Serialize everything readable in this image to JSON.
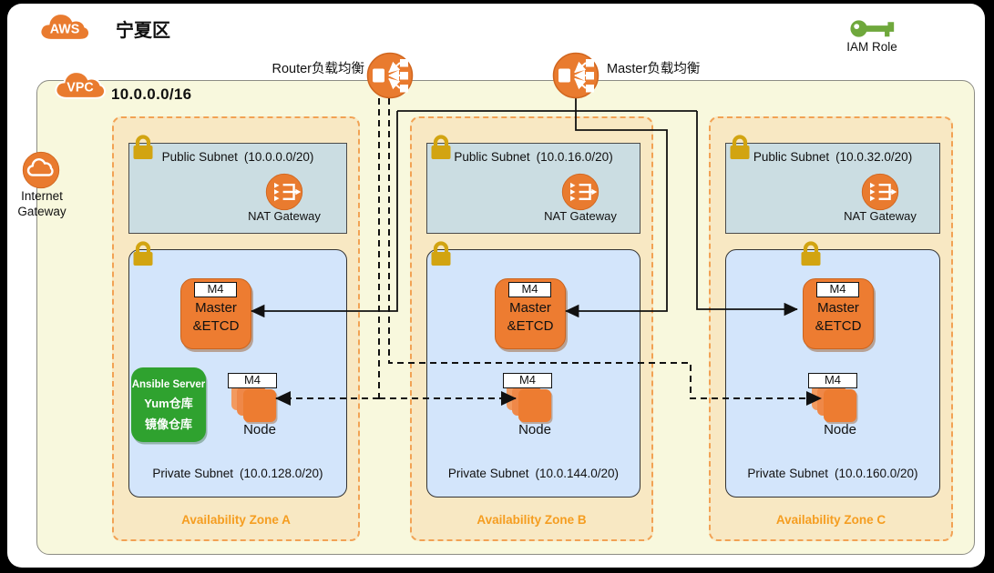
{
  "header": {
    "aws_logo": "AWS",
    "region": "宁夏区",
    "iam_role": "IAM Role"
  },
  "vpc": {
    "label": "VPC",
    "cidr": "10.0.0.0/16"
  },
  "internet_gateway": {
    "line1": "Internet",
    "line2": "Gateway"
  },
  "load_balancers": {
    "router": "Router负载均衡",
    "master": "Master负载均衡"
  },
  "zones": [
    {
      "label": "Availability Zone A",
      "public": {
        "name": "Public Subnet",
        "cidr": "(10.0.0.0/20)"
      },
      "nat": "NAT Gateway",
      "master": {
        "type": "M4",
        "line1": "Master",
        "line2": "&ETCD"
      },
      "node": {
        "type": "M4",
        "label": "Node"
      },
      "ansible": {
        "line1": "Ansible Server",
        "line2": "Yum仓库",
        "line3": "镜像仓库"
      },
      "private": {
        "name": "Private Subnet",
        "cidr": "(10.0.128.0/20)"
      }
    },
    {
      "label": "Availability Zone B",
      "public": {
        "name": "Public Subnet",
        "cidr": "(10.0.16.0/20)"
      },
      "nat": "NAT Gateway",
      "master": {
        "type": "M4",
        "line1": "Master",
        "line2": "&ETCD"
      },
      "node": {
        "type": "M4",
        "label": "Node"
      },
      "private": {
        "name": "Private Subnet",
        "cidr": "(10.0.144.0/20)"
      }
    },
    {
      "label": "Availability Zone C",
      "public": {
        "name": "Public Subnet",
        "cidr": "(10.0.32.0/20)"
      },
      "nat": "NAT Gateway",
      "master": {
        "type": "M4",
        "line1": "Master",
        "line2": "&ETCD"
      },
      "node": {
        "type": "M4",
        "label": "Node"
      },
      "private": {
        "name": "Private Subnet",
        "cidr": "(10.0.160.0/20)"
      }
    }
  ],
  "colors": {
    "orange": "#E97B2F",
    "gold": "#D2A411",
    "ansible_green": "#2FA22F",
    "key_green": "#6FA83C",
    "az_label_orange": "#F59D20",
    "az_fill": "#F8E8C3",
    "vpc_fill": "#F8F8DD",
    "public_subnet_fill": "#CBDDE2",
    "private_subnet_fill": "#D3E5FB"
  }
}
